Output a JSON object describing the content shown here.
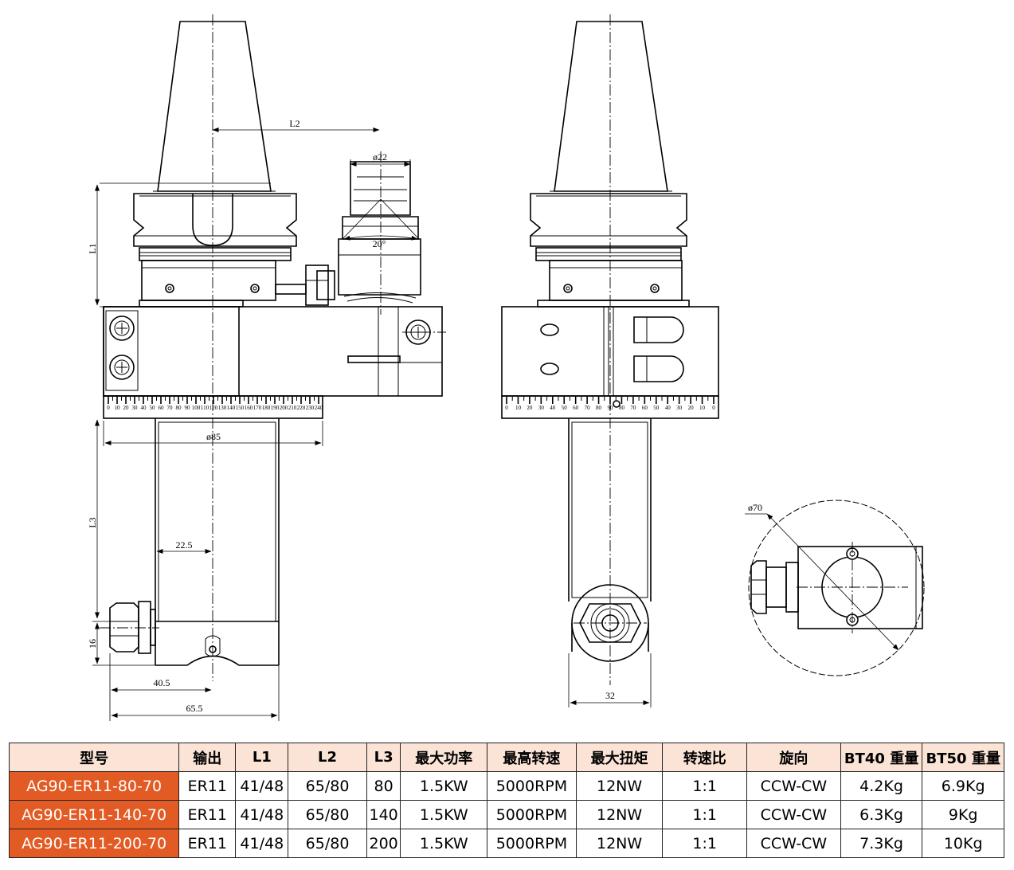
{
  "drawing": {
    "dims": {
      "l1": "L1",
      "l2": "L2",
      "l3": "L3",
      "dia22": "ø22",
      "angle20": "20°",
      "dia85": "ø85",
      "d225": "22.5",
      "d16": "16",
      "d405": "40.5",
      "d655": "65.5",
      "d32": "32",
      "dia70": "ø70"
    },
    "scale_left": [
      "0",
      "10",
      "20",
      "30",
      "40",
      "50",
      "60",
      "70",
      "80",
      "90",
      "100",
      "110",
      "120",
      "130",
      "140",
      "150",
      "160",
      "170",
      "180",
      "190",
      "200",
      "210",
      "220",
      "230",
      "240"
    ],
    "scale_right": [
      "0",
      "10",
      "20",
      "30",
      "40",
      "50",
      "60",
      "70",
      "80",
      "90",
      "80",
      "70",
      "60",
      "50",
      "40",
      "30",
      "20",
      "10",
      "0"
    ]
  },
  "table": {
    "headers": [
      "型号",
      "输出",
      "L1",
      "L2",
      "L3",
      "最大功率",
      "最高转速",
      "最大扭矩",
      "转速比",
      "旋向",
      "BT40 重量",
      "BT50 重量"
    ],
    "rows": [
      [
        "AG90-ER11-80-70",
        "ER11",
        "41/48",
        "65/80",
        "80",
        "1.5KW",
        "5000RPM",
        "12NW",
        "1:1",
        "CCW-CW",
        "4.2Kg",
        "6.9Kg"
      ],
      [
        "AG90-ER11-140-70",
        "ER11",
        "41/48",
        "65/80",
        "140",
        "1.5KW",
        "5000RPM",
        "12NW",
        "1:1",
        "CCW-CW",
        "6.3Kg",
        "9Kg"
      ],
      [
        "AG90-ER11-200-70",
        "ER11",
        "41/48",
        "65/80",
        "200",
        "1.5KW",
        "5000RPM",
        "12NW",
        "1:1",
        "CCW-CW",
        "7.3Kg",
        "10Kg"
      ]
    ],
    "colors": {
      "header_bg": "#fbe3d6",
      "model_bg": "#e35b24",
      "model_text": "#ffffff",
      "border": "#222222"
    }
  }
}
